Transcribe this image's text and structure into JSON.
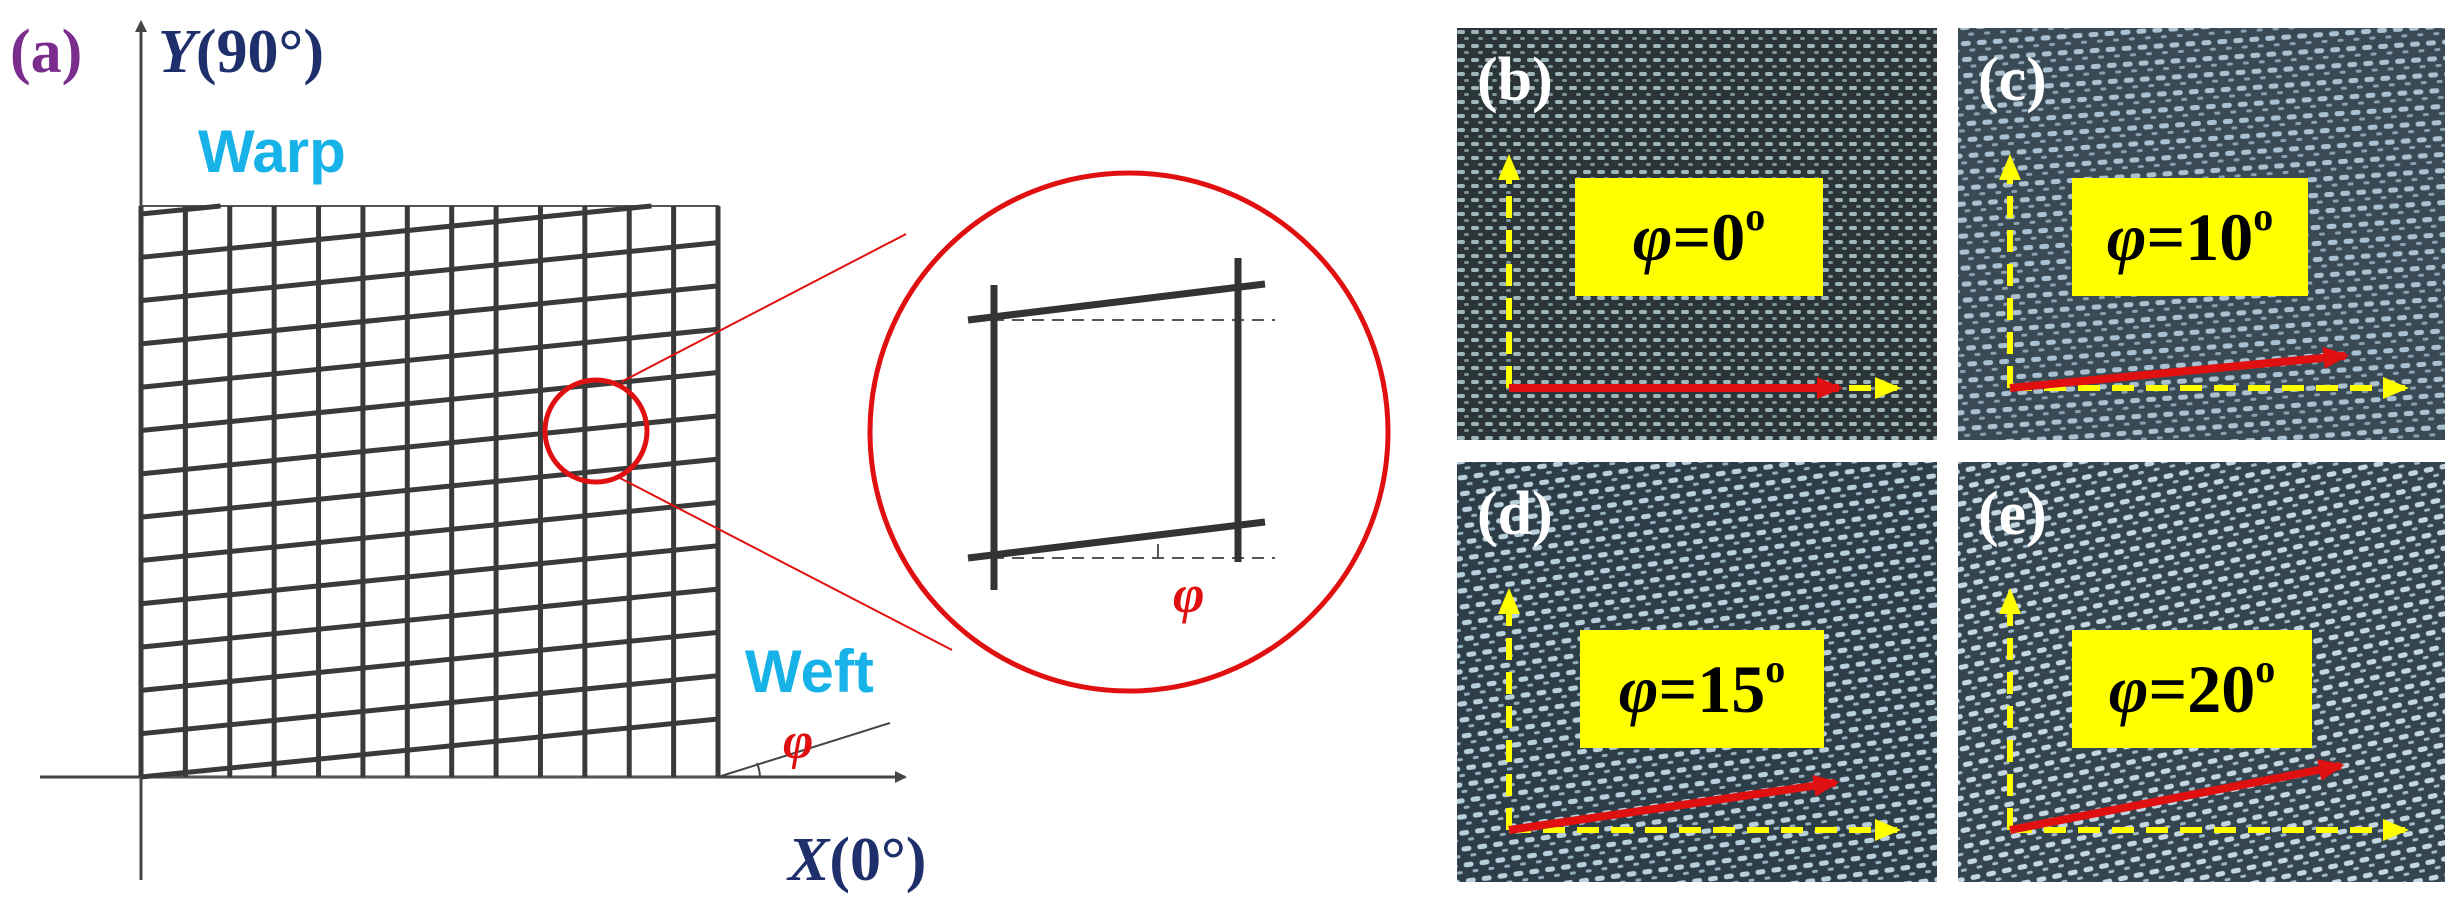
{
  "panel_a": {
    "label": "(a)",
    "y_axis_label_var": "Y",
    "y_axis_label_angle": "(90°)",
    "x_axis_label_var": "X",
    "x_axis_label_angle": "(0°)",
    "warp_label": "Warp",
    "weft_label": "Weft",
    "angle_symbol": "φ",
    "zoom_angle_symbol": "φ"
  },
  "photos": [
    {
      "label": "(b)",
      "phi_prefix": "φ",
      "phi_value": "=0",
      "phi_deg": 0
    },
    {
      "label": "(c)",
      "phi_prefix": "φ",
      "phi_value": "=10",
      "phi_deg": 10
    },
    {
      "label": "(d)",
      "phi_prefix": "φ",
      "phi_value": "=15",
      "phi_deg": 15
    },
    {
      "label": "(e)",
      "phi_prefix": "φ",
      "phi_value": "=20",
      "phi_deg": 20
    }
  ],
  "degree_mark": "o",
  "colors": {
    "panel_label_a": "#7b2d8e",
    "axis_label": "#1f2f6b",
    "warp_weft": "#17b2e8",
    "red": "#e01010",
    "phi_box": "#ffff00",
    "yellow_axis": "#ffff00",
    "grid": "#3a3a3a",
    "fabric_bg": "#2f3a3e",
    "fabric_thread": "#c9d6da"
  }
}
